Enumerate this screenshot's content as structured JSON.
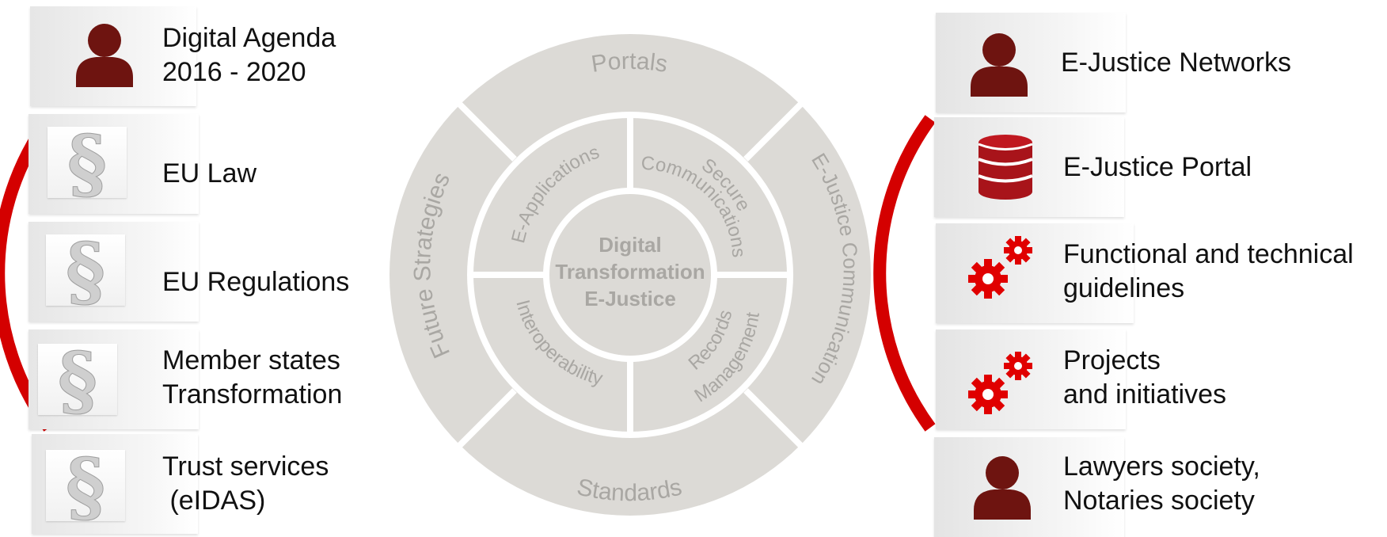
{
  "left_items": [
    {
      "icon": "person-icon",
      "line1": "Digital Agenda",
      "line2": "2016 - 2020"
    },
    {
      "icon": "paragraph-icon",
      "line1": "EU Law",
      "line2": ""
    },
    {
      "icon": "paragraph-icon",
      "line1": "EU Regulations",
      "line2": ""
    },
    {
      "icon": "paragraph-icon",
      "line1": "Member states",
      "line2": "Transformation"
    },
    {
      "icon": "paragraph-icon",
      "line1": "Trust services",
      "line2": " (eIDAS)"
    }
  ],
  "right_items": [
    {
      "icon": "person-icon",
      "line1": "E-Justice Networks",
      "line2": ""
    },
    {
      "icon": "database-icon",
      "line1": "E-Justice Portal",
      "line2": ""
    },
    {
      "icon": "gears-icon",
      "line1": "Functional and technical",
      "line2": "guidelines"
    },
    {
      "icon": "gears-icon",
      "line1": "Projects",
      "line2": "and initiatives"
    },
    {
      "icon": "person-icon",
      "line1": "Lawyers society,",
      "line2": "Notaries society"
    }
  ],
  "wheel": {
    "center_lines": [
      "Digital",
      "Transformation",
      "E-Justice"
    ],
    "outer": {
      "top": "Portals",
      "right": "E-Justice Communication",
      "bottom": "Standards",
      "left": "Future Strategies"
    },
    "inner": {
      "top_left": "E-Applications",
      "top_right_1": "Secure",
      "top_right_2": "Communications",
      "bottom_right_1": "Records",
      "bottom_right_2": "Management",
      "bottom_left": "Interoperability"
    }
  },
  "colors": {
    "accent_red": "#d40000",
    "dark_red": "#7a1212",
    "icon_maroon": "#6e1410",
    "segment_gray": "#dcdad6",
    "label_gray": "#a9a7a3"
  }
}
